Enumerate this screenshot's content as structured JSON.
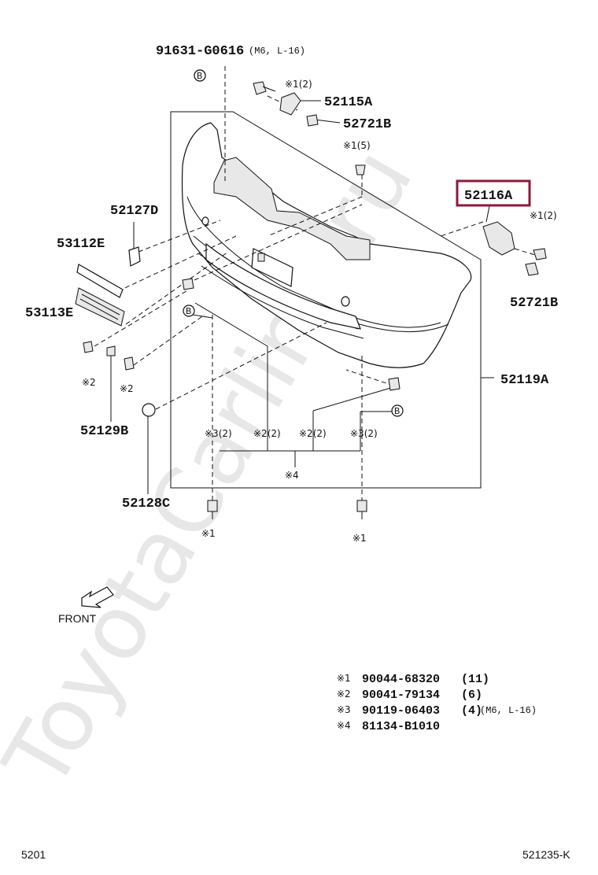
{
  "watermark": "ToyotaCarline.ru",
  "labels": {
    "p91631": "91631-G0616",
    "p91631_spec": "(M6, L-16)",
    "p52115A": "52115A",
    "p52721B_top": "52721B",
    "p52116A": "52116A",
    "p52721B_right": "52721B",
    "p52127D": "52127D",
    "p53112E": "53112E",
    "p53113E": "53113E",
    "p52119A": "52119A",
    "p52129B": "52129B",
    "p52128C": "52128C"
  },
  "notes": {
    "n1_2_a": "※1(2)",
    "n1_5": "※1(5)",
    "n1_2_b": "※1(2)",
    "n2_left": "※2",
    "n2_mid": "※2",
    "n3_2_a": "※3(2)",
    "n2_2_a": "※2(2)",
    "n2_2_b": "※2(2)",
    "n3_2_b": "※3(2)",
    "n4": "※4",
    "n1_bl": "※1",
    "n1_br": "※1"
  },
  "markers": {
    "b": "B"
  },
  "front_label": "FRONT",
  "highlight_color": "#8b1a3a",
  "legend": [
    {
      "mark": "※1",
      "part": "90044-68320",
      "qty": "(11)",
      "spec": ""
    },
    {
      "mark": "※2",
      "part": "90041-79134",
      "qty": "(6)",
      "spec": ""
    },
    {
      "mark": "※3",
      "part": "90119-06403",
      "qty": "(4)",
      "spec": "(M6, L-16)"
    },
    {
      "mark": "※4",
      "part": "81134-B1010",
      "qty": "",
      "spec": ""
    }
  ],
  "footer": {
    "left": "5201",
    "right": "521235-K"
  }
}
